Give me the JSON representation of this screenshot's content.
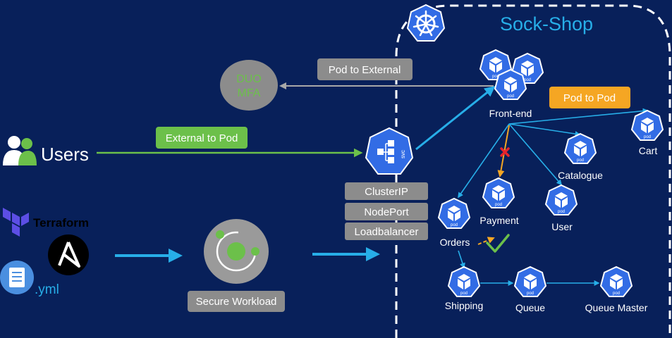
{
  "title": "Sock-Shop",
  "colors": {
    "background": "#08205a",
    "pod_blue": "#326ce5",
    "connector": "#27aee8",
    "green_label": "#6cc04a",
    "orange_label": "#f5a623",
    "gray_label": "#8c8c8c",
    "boundary": "#ffffff"
  },
  "left": {
    "users_label": "Users",
    "terraform_label": "Terraform",
    "yml_label": ".yml",
    "duo_line1": "DUO",
    "duo_line2": "MFA",
    "secure_workload_label": "Secure Workload"
  },
  "flow_labels": {
    "pod_to_external": "Pod to External",
    "external_to_pod": "External to Pod",
    "pod_to_pod": "Pod to Pod"
  },
  "svc": {
    "text": "svc",
    "types": [
      "ClusterIP",
      "NodePort",
      "Loadbalancer"
    ]
  },
  "pod_text": "pod",
  "services": {
    "frontend": "Front-end",
    "cart": "Cart",
    "catalogue": "Catalogue",
    "user": "User",
    "payment": "Payment",
    "orders": "Orders",
    "shipping": "Shipping",
    "queue": "Queue",
    "queue_master": "Queue Master"
  },
  "icons": {
    "users": "users-icon",
    "terraform": "terraform-icon",
    "ansible": "ansible-icon",
    "yml": "document-icon",
    "kubernetes": "kubernetes-helm-icon",
    "secure_workload": "secure-workload-icon",
    "pod": "pod-cube-icon",
    "svc": "service-icon",
    "blocked": "red-x-icon",
    "allowed": "green-check-icon"
  }
}
